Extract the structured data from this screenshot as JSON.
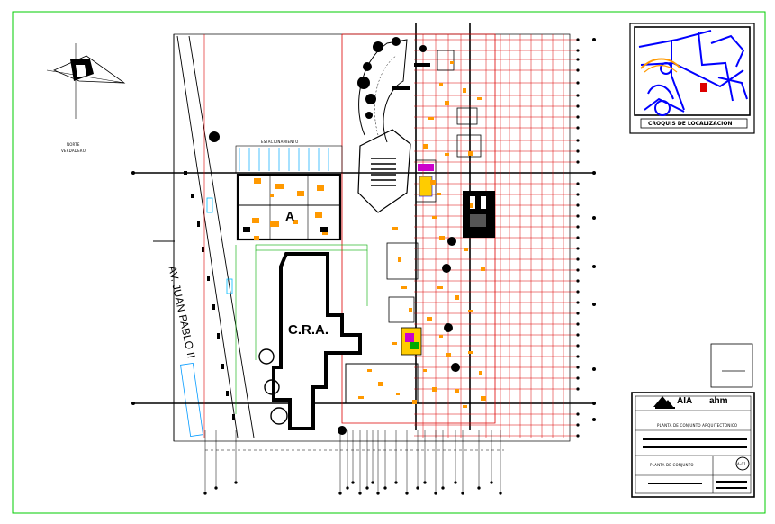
{
  "plan": {
    "road_label": "AV. JUAN PABLO II",
    "building_label": "C.R.A.",
    "parking_label": "ESTACIONAMIENTO",
    "north_label_1": "NORTE",
    "north_label_2": "VERDADERO",
    "admin_letter": "A"
  },
  "title_block": {
    "location_title": "CROQUIS DE LOCALIZACION",
    "logo_left": "AIA",
    "logo_right": "ahm",
    "project_name": "PLANTA DE CONJUNTO ARQUITECTONICO",
    "sheet_name": "PLANTA DE CONJUNTO",
    "sheet_number": "A-01"
  },
  "colors": {
    "frame": "#00cc00",
    "axis_red": "#dd0000",
    "blue": "#0000ff",
    "black": "#000000",
    "orange": "#ff9900",
    "yellow": "#ffcc00",
    "green": "#00aa00",
    "magenta": "#cc00cc"
  }
}
